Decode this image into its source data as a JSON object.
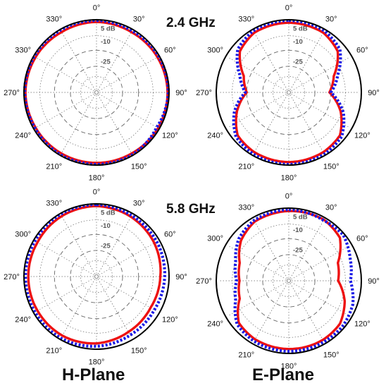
{
  "labels": {
    "freq_top": "2.4 GHz",
    "freq_bottom": "5.8 GHz",
    "plane_left": "H-Plane",
    "plane_right": "E-Plane"
  },
  "colors": {
    "series_solid": "#ee1111",
    "series_dotted": "#1a1ae6",
    "outer_ring": "#000000",
    "grid": "#666666",
    "angle_text": "#111111",
    "ring_text": "#555555"
  },
  "chart_data": [
    {
      "type": "polar",
      "frequency": "2.4 GHz",
      "plane": "H-Plane",
      "ring_labels": [
        "5 dB",
        "-10",
        "-25"
      ],
      "angle_labels": [
        "0°",
        "30°",
        "60°",
        "90°",
        "120°",
        "150°",
        "180°",
        "210°",
        "240°",
        "270°",
        "330°",
        "330°"
      ],
      "series": [
        {
          "style": "solid",
          "points": [
            [
              0,
              0.97
            ],
            [
              30,
              0.96
            ],
            [
              60,
              0.97
            ],
            [
              90,
              0.98
            ],
            [
              120,
              0.98
            ],
            [
              150,
              0.97
            ],
            [
              180,
              0.97
            ],
            [
              210,
              0.97
            ],
            [
              240,
              0.97
            ],
            [
              270,
              0.98
            ],
            [
              300,
              0.97
            ],
            [
              330,
              0.96
            ]
          ]
        },
        {
          "style": "dotted",
          "points": [
            [
              0,
              0.99
            ],
            [
              30,
              0.98
            ],
            [
              60,
              0.99
            ],
            [
              90,
              0.99
            ],
            [
              120,
              0.96
            ],
            [
              150,
              0.99
            ],
            [
              180,
              0.99
            ],
            [
              210,
              0.99
            ],
            [
              240,
              0.98
            ],
            [
              270,
              0.99
            ],
            [
              300,
              0.99
            ],
            [
              330,
              0.99
            ]
          ]
        }
      ]
    },
    {
      "type": "polar",
      "frequency": "2.4 GHz",
      "plane": "E-Plane",
      "ring_labels": [
        "5 dB",
        "-10",
        "-25"
      ],
      "angle_labels": [
        "0°",
        "30°",
        "60°",
        "90°",
        "120°",
        "150°",
        "180°",
        "210°",
        "240°",
        "270°",
        "300°",
        "330°"
      ],
      "series": [
        {
          "style": "solid",
          "points": [
            [
              0,
              0.96
            ],
            [
              30,
              0.95
            ],
            [
              50,
              0.88
            ],
            [
              70,
              0.66
            ],
            [
              90,
              0.56
            ],
            [
              110,
              0.76
            ],
            [
              130,
              0.92
            ],
            [
              150,
              0.95
            ],
            [
              180,
              0.96
            ],
            [
              210,
              0.95
            ],
            [
              230,
              0.92
            ],
            [
              250,
              0.76
            ],
            [
              270,
              0.58
            ],
            [
              290,
              0.66
            ],
            [
              310,
              0.88
            ],
            [
              330,
              0.95
            ]
          ]
        },
        {
          "style": "dotted",
          "points": [
            [
              0,
              0.99
            ],
            [
              30,
              0.98
            ],
            [
              50,
              0.92
            ],
            [
              70,
              0.72
            ],
            [
              90,
              0.58
            ],
            [
              110,
              0.8
            ],
            [
              130,
              0.95
            ],
            [
              150,
              0.98
            ],
            [
              180,
              0.99
            ],
            [
              210,
              0.98
            ],
            [
              230,
              0.95
            ],
            [
              250,
              0.8
            ],
            [
              270,
              0.6
            ],
            [
              290,
              0.72
            ],
            [
              310,
              0.92
            ],
            [
              330,
              0.98
            ]
          ]
        }
      ]
    },
    {
      "type": "polar",
      "frequency": "5.8 GHz",
      "plane": "H-Plane",
      "ring_labels": [
        "5 dB",
        "-10",
        "-25"
      ],
      "angle_labels": [
        "0°",
        "30°",
        "60°",
        "90°",
        "120°",
        "150°",
        "180°",
        "210°",
        "240°",
        "270°",
        "300°",
        "330°"
      ],
      "series": [
        {
          "style": "solid",
          "points": [
            [
              0,
              0.97
            ],
            [
              30,
              0.95
            ],
            [
              60,
              0.92
            ],
            [
              90,
              0.88
            ],
            [
              120,
              0.86
            ],
            [
              150,
              0.88
            ],
            [
              180,
              0.92
            ],
            [
              210,
              0.94
            ],
            [
              240,
              0.94
            ],
            [
              270,
              0.94
            ],
            [
              300,
              0.94
            ],
            [
              330,
              0.96
            ]
          ]
        },
        {
          "style": "dotted",
          "points": [
            [
              0,
              0.99
            ],
            [
              30,
              0.97
            ],
            [
              60,
              0.96
            ],
            [
              90,
              0.94
            ],
            [
              120,
              0.92
            ],
            [
              150,
              0.93
            ],
            [
              180,
              0.96
            ],
            [
              210,
              0.98
            ],
            [
              240,
              0.98
            ],
            [
              270,
              0.98
            ],
            [
              300,
              0.98
            ],
            [
              330,
              0.99
            ]
          ]
        }
      ]
    },
    {
      "type": "polar",
      "frequency": "5.8 GHz",
      "plane": "E-Plane",
      "ring_labels": [
        "5 dB",
        "-10",
        "-25"
      ],
      "angle_labels": [
        "0°",
        "30°",
        "60°",
        "90°",
        "120°",
        "150°",
        "180°",
        "210°",
        "240°",
        "270°",
        "300°",
        "330°"
      ],
      "series": [
        {
          "style": "solid",
          "points": [
            [
              0,
              0.96
            ],
            [
              30,
              0.97
            ],
            [
              50,
              0.92
            ],
            [
              70,
              0.72
            ],
            [
              90,
              0.68
            ],
            [
              110,
              0.82
            ],
            [
              130,
              0.92
            ],
            [
              150,
              0.94
            ],
            [
              180,
              0.94
            ],
            [
              210,
              0.93
            ],
            [
              230,
              0.9
            ],
            [
              250,
              0.72
            ],
            [
              270,
              0.68
            ],
            [
              290,
              0.72
            ],
            [
              310,
              0.86
            ],
            [
              330,
              0.94
            ]
          ]
        },
        {
          "style": "dotted",
          "points": [
            [
              0,
              0.98
            ],
            [
              30,
              0.96
            ],
            [
              50,
              0.98
            ],
            [
              70,
              0.9
            ],
            [
              90,
              0.85
            ],
            [
              110,
              0.94
            ],
            [
              130,
              0.97
            ],
            [
              150,
              0.97
            ],
            [
              180,
              0.97
            ],
            [
              210,
              0.96
            ],
            [
              230,
              0.93
            ],
            [
              250,
              0.78
            ],
            [
              270,
              0.72
            ],
            [
              290,
              0.78
            ],
            [
              310,
              0.9
            ],
            [
              330,
              0.96
            ]
          ]
        }
      ]
    }
  ]
}
